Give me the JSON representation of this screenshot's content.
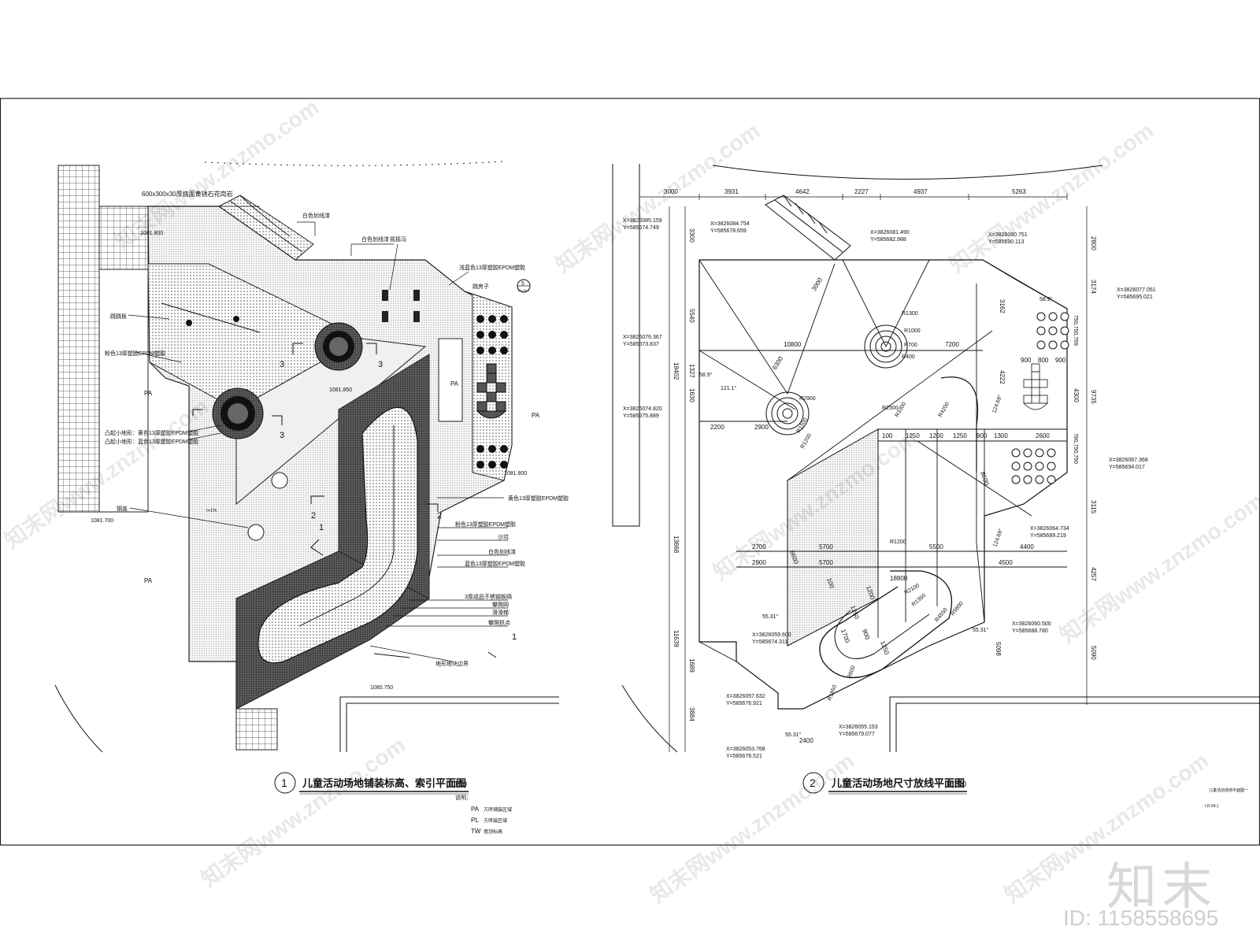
{
  "plan1": {
    "title": "儿童活动场地铺装标高、索引平面图",
    "number": "1",
    "scale": "1:100",
    "notes_title": "说明：",
    "notes": [
      {
        "code": "PA",
        "text": "方砖铺装区域"
      },
      {
        "code": "PL",
        "text": "方砖装区域"
      },
      {
        "code": "TW",
        "text": "墙顶标高"
      }
    ],
    "labels": {
      "paving_top": "600x300x30厚烧面黄锈石花岗岩",
      "white_line_1": "白色划线漆",
      "white_line_2": "白色划线漆",
      "rocking_horse": "摇摇马",
      "blue_epdm": "浅蓝色13厚塑胶EPDM塑胶",
      "seesaw": "跷跷板",
      "pink_epdm": "粉色13厚塑胶EPDM塑胶",
      "hill_yellow": "凸起小地形：黄色13厚塑胶EPDM塑胶",
      "hill_blue": "凸起小地形：蓝色13厚塑胶EPDM塑胶",
      "drain": "钢盖",
      "yellow_epdm": "黄色13厚塑胶EPDM塑胶",
      "pink_epdm_2": "粉色13厚塑胶EPDM塑胶",
      "sand": "沙坑",
      "white_line_3": "白色划线漆",
      "blue_epdm_2": "蓝色13厚塑胶EPDM塑胶",
      "steel": "3厚成品不锈钢板隔",
      "climb_net": "攀爬网",
      "slide": "滑滑梯",
      "climb_point": "攀爬抓点",
      "boundary": "地形地块边界",
      "hopscotch": "跳房子",
      "pa_1": "PA",
      "pa_2": "PA",
      "pa_3": "PA",
      "pa_4": "PA",
      "slope": "i=1%",
      "elev_1": "1081.800",
      "elev_2": "1081.850",
      "elev_3": "1081.800",
      "elev_4": "1081.700",
      "elev_5": "1080.750",
      "idx_5": "5",
      "idx_5_sub": "LD-04.4",
      "sec_1": "1",
      "sec_2": "2",
      "sec_3": "3"
    }
  },
  "plan2": {
    "title": "儿童活动场地尺寸放线平面图",
    "number": "2",
    "scale": "1:100",
    "top_dims": [
      "3000",
      "3931",
      "4642",
      "2227",
      "4937",
      "5263"
    ],
    "right_dims": [
      "2800",
      "3174",
      "750,750,769",
      "9735",
      "4300",
      "780,750,750",
      "3115",
      "4257",
      "5090"
    ],
    "left_dims": [
      "3300",
      "5540",
      "19402",
      "1327",
      "1630",
      "13668",
      "11639",
      "1689",
      "3884"
    ],
    "inner_dims": [
      "10800",
      "7200",
      "6300",
      "3000",
      "2200",
      "2900",
      "900",
      "800",
      "900",
      "2600",
      "100",
      "1250",
      "1200",
      "1250",
      "900",
      "1300",
      "2700",
      "5700",
      "5500",
      "4400",
      "2900",
      "5700",
      "4500",
      "18800",
      "2400",
      "5098",
      "3162",
      "4222",
      "8600",
      "6600",
      "1700",
      "1250",
      "900",
      "1200",
      "1250",
      "100"
    ],
    "radii": [
      "R1300",
      "R1000",
      "R700",
      "R400",
      "R2900",
      "R1500",
      "R1200",
      "R1200",
      "R2100",
      "R1350",
      "R4550",
      "R5800",
      "R600",
      "R1850",
      "R3300",
      "R4200",
      "R2500"
    ],
    "angles": [
      "58.9°",
      "58.9°",
      "121.1°",
      "124.69°",
      "124.69°",
      "55.31°",
      "55.31°",
      "55.31°"
    ],
    "coords": [
      {
        "x": "X=3826085.159",
        "y": "Y=585674.749"
      },
      {
        "x": "X=3826084.754",
        "y": "Y=585678.659"
      },
      {
        "x": "X=3826081.490",
        "y": "Y=585682.988"
      },
      {
        "x": "X=3826080.751",
        "y": "Y=585690.113"
      },
      {
        "x": "X=3826077.051",
        "y": "Y=585695.021"
      },
      {
        "x": "X=3826076.367",
        "y": "Y=585673.837"
      },
      {
        "x": "X=3826074.820",
        "y": "Y=585675.889"
      },
      {
        "x": "X=3826067.368",
        "y": "Y=585694.017"
      },
      {
        "x": "X=3826064.734",
        "y": "Y=585689.219"
      },
      {
        "x": "X=3826060.500",
        "y": "Y=585688.780"
      },
      {
        "x": "X=3826059.600",
        "y": "Y=585674.311"
      },
      {
        "x": "X=3826057.632",
        "y": "Y=585676.921"
      },
      {
        "x": "X=3826055.153",
        "y": "Y=585679.077"
      },
      {
        "x": "X=3826053.768",
        "y": "Y=585676.521"
      }
    ]
  },
  "sheet": {
    "name": "儿童活动场地平面图一",
    "code": "LD-04.1"
  },
  "watermark": {
    "text": "知末网www.znzmo.com",
    "logo": "知末",
    "id": "ID: 1158558695"
  },
  "colors": {
    "line": "#111111",
    "grey_fill": "#d9d9d9",
    "dark_fill": "#4a4a4a"
  }
}
